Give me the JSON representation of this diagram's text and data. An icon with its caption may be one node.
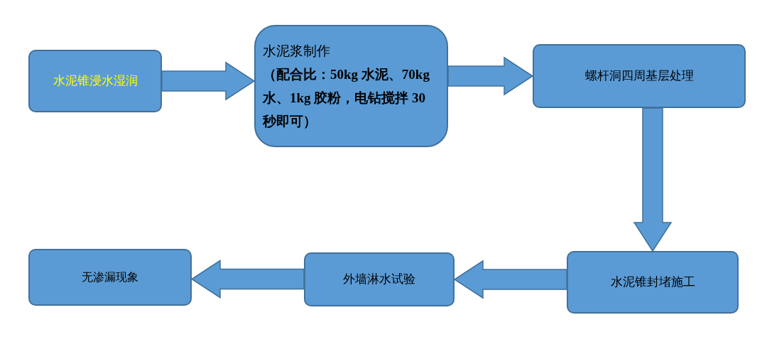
{
  "diagram": {
    "nodes": [
      {
        "text": [
          "水泥锥浸水湿润"
        ]
      },
      {
        "text": [
          "水泥浆制作",
          "（配合比：50kg 水泥、70kg 水、1kg 胶粉，电钻搅拌 30 秒即可）"
        ]
      },
      {
        "text": [
          "螺杆洞四周基层处理"
        ]
      },
      {
        "text": [
          "水泥锥封堵施工"
        ]
      },
      {
        "text": [
          "外墙淋水试验"
        ]
      },
      {
        "text": [
          "无渗漏现象"
        ]
      }
    ],
    "edges": [
      {
        "from": 0,
        "to": 1,
        "arrow": "to"
      },
      {
        "from": 1,
        "to": 2,
        "arrow": "to"
      },
      {
        "from": 2,
        "to": 3,
        "arrow": "to"
      },
      {
        "from": 3,
        "to": 4,
        "arrow": "to"
      },
      {
        "from": 4,
        "to": 5,
        "arrow": "to"
      }
    ]
  }
}
